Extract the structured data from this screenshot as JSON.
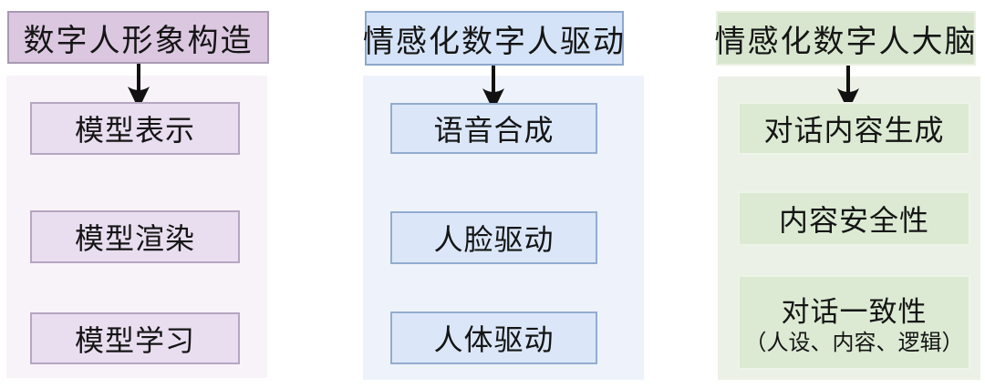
{
  "arrow_color": "#111111",
  "columns": [
    {
      "header": "数字人形象构造",
      "items": [
        {
          "label": "模型表示"
        },
        {
          "label": "模型渲染"
        },
        {
          "label": "模型学习"
        }
      ],
      "accent": {
        "header_fill": "#dbc7e0",
        "header_border": "#a89ab2",
        "panel_fill": "#f8f3f9",
        "box_fill": "#e9def0",
        "box_border": "#b5a6c1"
      }
    },
    {
      "header": "情感化数字人驱动",
      "items": [
        {
          "label": "语音合成"
        },
        {
          "label": "人脸驱动"
        },
        {
          "label": "人体驱动"
        }
      ],
      "accent": {
        "header_fill": "#d5e3f8",
        "header_border": "#8ca7cb",
        "panel_fill": "#eef3fb",
        "box_fill": "#dbe7f8",
        "box_border": "#93accf"
      }
    },
    {
      "header": "情感化数字人大脑",
      "items": [
        {
          "label": "对话内容生成"
        },
        {
          "label": "内容安全性"
        },
        {
          "label": "对话一致性",
          "sub": "（人设、内容、逻辑）"
        }
      ],
      "accent": {
        "header_fill": "#d8e6cf",
        "header_border": "#e9f0e2",
        "panel_fill": "#ebf1e6",
        "box_fill": "#dcead3",
        "box_border": "#edf4e8"
      }
    }
  ]
}
